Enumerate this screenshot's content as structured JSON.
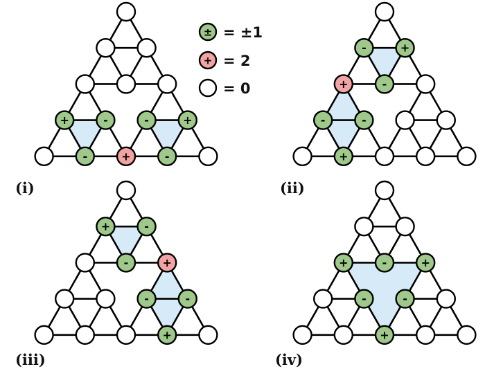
{
  "legend": [
    {
      "symbol": "±",
      "text": "= ±1",
      "kind": "pm"
    },
    {
      "symbol": "+",
      "text": "= 2",
      "kind": "two"
    },
    {
      "symbol": "",
      "text": "= 0",
      "kind": "zero"
    }
  ],
  "colors": {
    "pm_fill": "#9ec98a",
    "two_fill": "#f2a3a3",
    "zero_fill": "#ffffff",
    "highlight": "#d7eaf8",
    "edge": "#000000"
  },
  "panels": [
    {
      "label": "(i)",
      "highlights": [
        [
          "7",
          "B1",
          "B2"
        ],
        [
          "8",
          "B3",
          "B4"
        ]
      ],
      "nodes": {
        "7": "+",
        "8": "-",
        "B1": "-",
        "B2": "+",
        "9": "-",
        "10": "+",
        "B3": "-"
      }
    },
    {
      "label": "(ii)",
      "highlights": [
        [
          "1",
          "2",
          "4"
        ],
        [
          "5",
          "7",
          "B1"
        ]
      ],
      "nodes": {
        "1": "-",
        "2": "+",
        "3": "+",
        "4": "-",
        "5": "-",
        "7": "-",
        "B1": "+"
      }
    },
    {
      "label": "(iii)",
      "highlights": [
        [
          "1",
          "2",
          "3"
        ],
        [
          "6",
          "9",
          "B3"
        ]
      ],
      "nodes": {
        "1": "+",
        "2": "-",
        "3": "-",
        "6": "+",
        "9": "-",
        "10": "-",
        "B3": "+"
      }
    },
    {
      "label": "(iv)",
      "highlights": [
        [
          "5",
          "6",
          "B2"
        ]
      ],
      "nodes": {
        "5": "+",
        "3": "-",
        "6": "+",
        "8": "-",
        "9": "-",
        "B2": "+"
      }
    }
  ]
}
